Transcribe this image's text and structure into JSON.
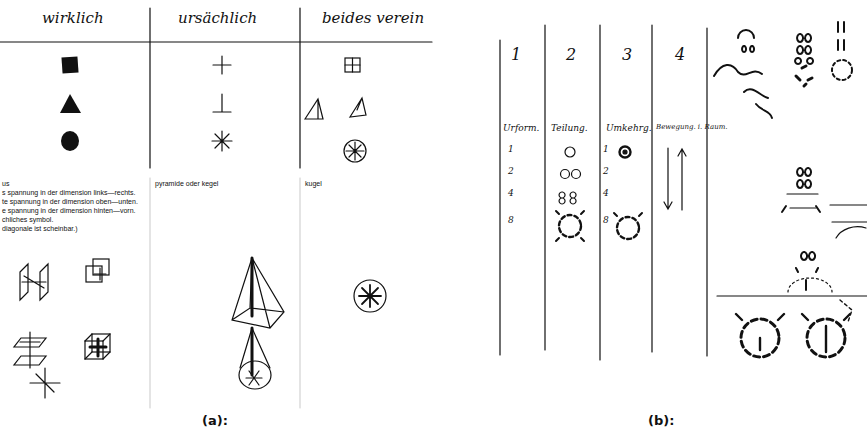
{
  "diagram": {
    "labels": [
      "wirklich",
      "ursächlich",
      "beides verein",
      "us",
      "s spannung in der dimension links—rechts.",
      "te spannung in der dimension oben—unten.",
      "e spannung in der dimension hinten—vorn.",
      "chliches symbol.",
      "diagonale ist scheinbar.)",
      "pyramide oder kegel",
      "kugel",
      "(a):",
      "1",
      "2",
      "3",
      "4",
      "Urform.",
      "Teilung.",
      "Umkehrg.",
      "Bewegung. i. Raum.",
      "1",
      "2",
      "4",
      "8",
      "1",
      "2",
      "4",
      "8",
      "(b):"
    ]
  }
}
